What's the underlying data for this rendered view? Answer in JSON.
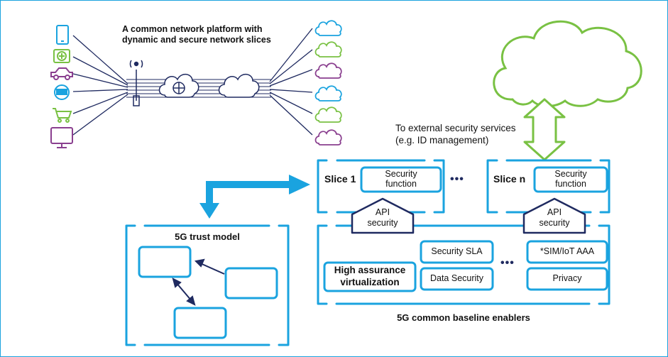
{
  "header": {
    "line1": "A common network platform with",
    "line2": "dynamic and secure network slices"
  },
  "external": {
    "line1": "To external security services",
    "line2": "(e.g. ID management)"
  },
  "slice1": {
    "title": "Slice 1",
    "sec_line1": "Security",
    "sec_line2": "function",
    "api_line1": "API",
    "api_line2": "security"
  },
  "slice_n": {
    "title": "Slice n",
    "sec_line1": "Security",
    "sec_line2": "function",
    "api_line1": "API",
    "api_line2": "security"
  },
  "ellipsis": "•••",
  "trust_model": {
    "title": "5G trust model"
  },
  "baseline": {
    "hav_line1": "High assurance",
    "hav_line2": "virtualization",
    "security_sla": "Security SLA",
    "data_security": "Data Security",
    "sim_iot": "*SIM/IoT AAA",
    "privacy": "Privacy",
    "caption": "5G common baseline enablers"
  },
  "colors": {
    "frame": "#1aa3df",
    "box": "#1aa3df",
    "navy": "#1f2a60",
    "green": "#79c143",
    "purple": "#8a3f8f"
  }
}
